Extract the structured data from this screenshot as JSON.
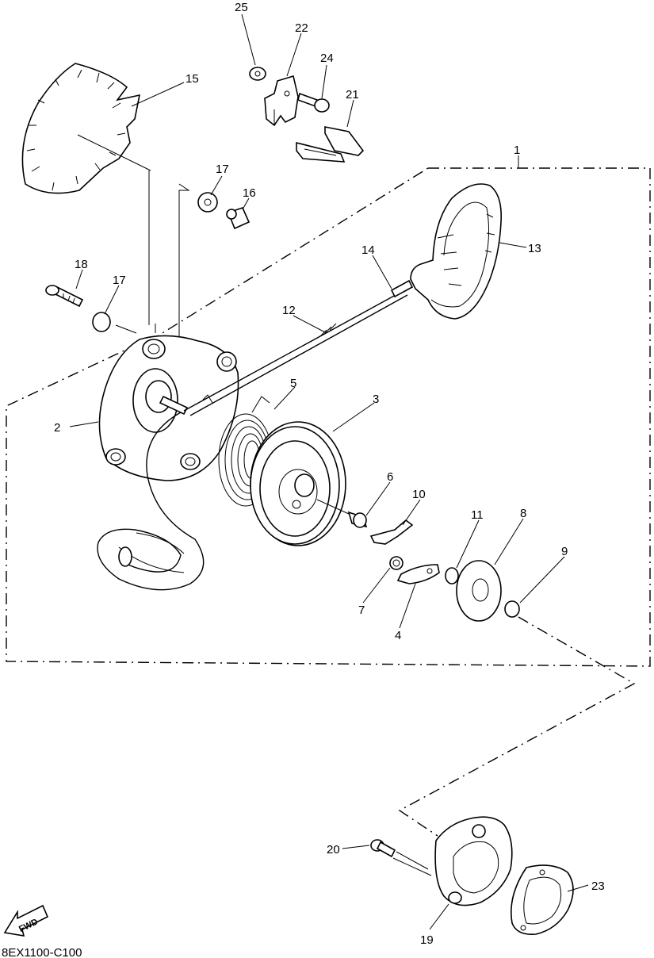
{
  "callouts": [
    {
      "id": "c1",
      "text": "1"
    },
    {
      "id": "c2",
      "text": "2"
    },
    {
      "id": "c3",
      "text": "3"
    },
    {
      "id": "c4",
      "text": "4"
    },
    {
      "id": "c5",
      "text": "5"
    },
    {
      "id": "c6",
      "text": "6"
    },
    {
      "id": "c7",
      "text": "7"
    },
    {
      "id": "c8",
      "text": "8"
    },
    {
      "id": "c9",
      "text": "9"
    },
    {
      "id": "c10",
      "text": "10"
    },
    {
      "id": "c11",
      "text": "11"
    },
    {
      "id": "c12",
      "text": "12"
    },
    {
      "id": "c13",
      "text": "13"
    },
    {
      "id": "c14",
      "text": "14"
    },
    {
      "id": "c15",
      "text": "15"
    },
    {
      "id": "c16",
      "text": "16"
    },
    {
      "id": "c17a",
      "text": "17"
    },
    {
      "id": "c17b",
      "text": "17"
    },
    {
      "id": "c18",
      "text": "18"
    },
    {
      "id": "c19",
      "text": "19"
    },
    {
      "id": "c20",
      "text": "20"
    },
    {
      "id": "c21",
      "text": "21"
    },
    {
      "id": "c22",
      "text": "22"
    },
    {
      "id": "c23",
      "text": "23"
    },
    {
      "id": "c24",
      "text": "24"
    },
    {
      "id": "c25",
      "text": "25"
    }
  ],
  "fwd_badge": "FWD",
  "drawing_code": "8EX1100-C100"
}
